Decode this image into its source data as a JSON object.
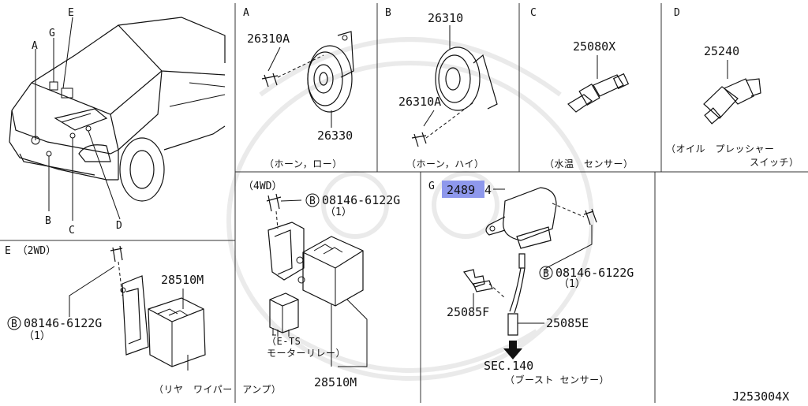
{
  "panels": {
    "overview": {
      "labels": [
        "A",
        "G",
        "E",
        "B",
        "C",
        "D"
      ]
    },
    "A": {
      "letter": "A",
      "parts": [
        "26310A",
        "26330"
      ],
      "caption": "（ホーン，ロー）"
    },
    "B": {
      "letter": "B",
      "parts": [
        "26310",
        "26310A"
      ],
      "caption": "（ホーン，ハイ）"
    },
    "C": {
      "letter": "C",
      "parts": [
        "25080X"
      ],
      "caption": "（水温　センサー）"
    },
    "D": {
      "letter": "D",
      "parts": [
        "25240"
      ],
      "caption_line1": "（オイル　プレッシャー",
      "caption_line2": "スイッチ）"
    },
    "E": {
      "letter": "E",
      "title": "E （2WD）",
      "bolt": "08146-6122G",
      "bolt_qty": "（1）",
      "part": "28510M",
      "caption": "（リヤ　ワイパー　アンプ）"
    },
    "F": {
      "title": "（4WD）",
      "bolt": "08146-6122G",
      "bolt_qty": "（1）",
      "relay_caption_line1": "（E-TS",
      "relay_caption_line2": "モーターリレー）",
      "part": "28510M"
    },
    "G": {
      "letter": "G",
      "highlight": "2489",
      "highlight_suffix": "4",
      "bolt": "08146-6122G",
      "bolt_qty": "（1）",
      "parts": [
        "25085F",
        "25085E"
      ],
      "sec": "SEC.140",
      "caption": "（ブースト センサー）"
    }
  },
  "callout_glyph": "B",
  "diagram_code": "J253004X"
}
